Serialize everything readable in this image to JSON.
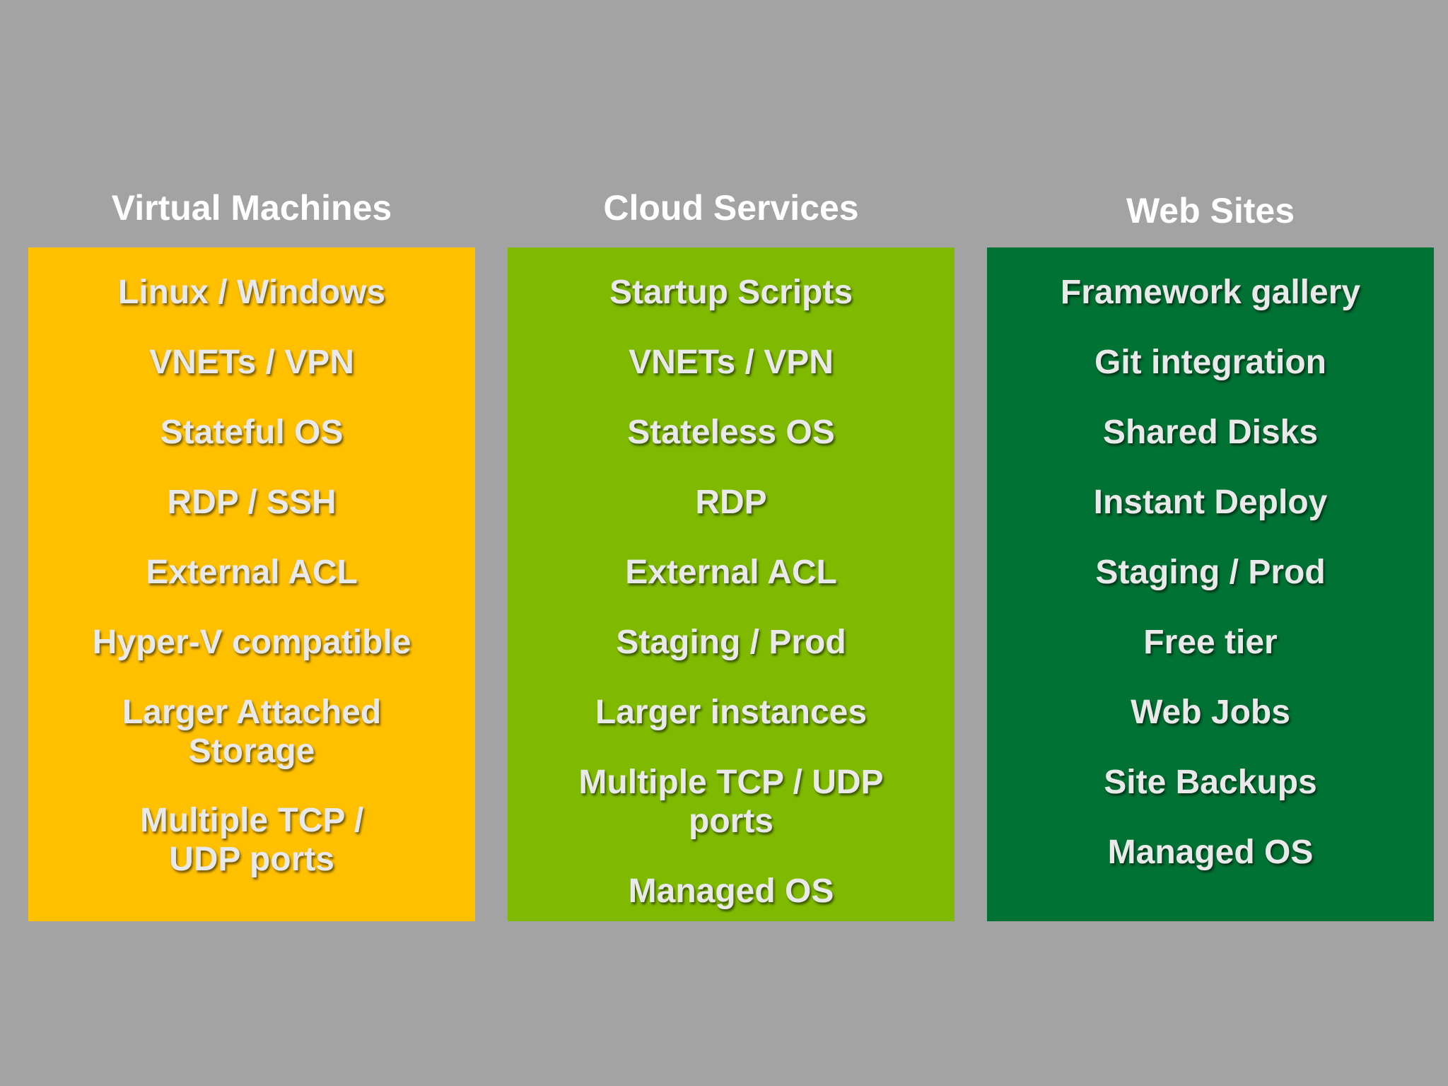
{
  "columns": [
    {
      "heading": "Virtual Machines",
      "color": "#ffc000",
      "items": [
        "Linux / Windows",
        "VNETs / VPN",
        "Stateful OS",
        "RDP / SSH",
        "External ACL",
        "Hyper-V compatible",
        "Larger Attached Storage",
        "Multiple TCP / UDP ports"
      ]
    },
    {
      "heading": "Cloud Services",
      "color": "#7fba00",
      "items": [
        "Startup Scripts",
        "VNETs / VPN",
        "Stateless OS",
        "RDP",
        "External ACL",
        "Staging / Prod",
        "Larger instances",
        "Multiple TCP / UDP ports",
        "Managed OS"
      ]
    },
    {
      "heading": "Web Sites",
      "color": "#007233",
      "items": [
        "Framework gallery",
        "Git integration",
        "Shared Disks",
        "Instant Deploy",
        "Staging / Prod",
        "Free tier",
        "Web Jobs",
        "Site Backups",
        "Managed OS"
      ]
    }
  ]
}
